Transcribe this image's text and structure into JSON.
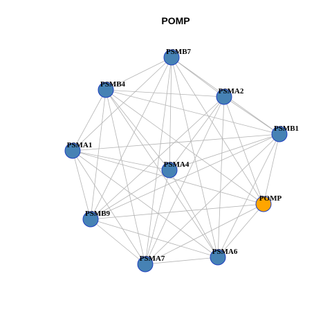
{
  "title": "POMP",
  "colors": {
    "node_default": "#4682b4",
    "node_highlight": "#ffa500",
    "node_border": "#1f3fbf",
    "edge": "#b3b3b3"
  },
  "nodes": [
    {
      "id": "PSMB7",
      "label": "PSMB7",
      "highlight": false
    },
    {
      "id": "PSMB4",
      "label": "PSMB4",
      "highlight": false
    },
    {
      "id": "PSMA2",
      "label": "PSMA2",
      "highlight": false
    },
    {
      "id": "PSMB1",
      "label": "PSMB1",
      "highlight": false
    },
    {
      "id": "PSMA1",
      "label": "PSMA1",
      "highlight": false
    },
    {
      "id": "PSMA4",
      "label": "PSMA4",
      "highlight": false
    },
    {
      "id": "POMP",
      "label": "POMP",
      "highlight": true
    },
    {
      "id": "PSMB9",
      "label": "PSMB9",
      "highlight": false
    },
    {
      "id": "PSMA6",
      "label": "PSMA6",
      "highlight": false
    },
    {
      "id": "PSMA7",
      "label": "PSMA7",
      "highlight": false
    }
  ],
  "edges": [
    [
      "PSMB7",
      "PSMB4"
    ],
    [
      "PSMB7",
      "PSMA2"
    ],
    [
      "PSMB7",
      "PSMB1"
    ],
    [
      "PSMB7",
      "PSMA1"
    ],
    [
      "PSMB7",
      "PSMA4"
    ],
    [
      "PSMB7",
      "POMP"
    ],
    [
      "PSMB7",
      "PSMB9"
    ],
    [
      "PSMB7",
      "PSMA6"
    ],
    [
      "PSMB7",
      "PSMA7"
    ],
    [
      "PSMB4",
      "PSMA2"
    ],
    [
      "PSMB4",
      "PSMB1"
    ],
    [
      "PSMB4",
      "PSMA1"
    ],
    [
      "PSMB4",
      "PSMA4"
    ],
    [
      "PSMB4",
      "POMP"
    ],
    [
      "PSMB4",
      "PSMB9"
    ],
    [
      "PSMB4",
      "PSMA6"
    ],
    [
      "PSMB4",
      "PSMA7"
    ],
    [
      "PSMA2",
      "PSMB1"
    ],
    [
      "PSMA2",
      "PSMA4"
    ],
    [
      "PSMA2",
      "POMP"
    ],
    [
      "PSMA2",
      "PSMB9"
    ],
    [
      "PSMA2",
      "PSMA6"
    ],
    [
      "PSMA2",
      "PSMA7"
    ],
    [
      "PSMB1",
      "PSMA1"
    ],
    [
      "PSMB1",
      "PSMA4"
    ],
    [
      "PSMB1",
      "POMP"
    ],
    [
      "PSMB1",
      "PSMB9"
    ],
    [
      "PSMB1",
      "PSMA6"
    ],
    [
      "PSMB1",
      "PSMA7"
    ],
    [
      "PSMA1",
      "PSMA4"
    ],
    [
      "PSMA1",
      "POMP"
    ],
    [
      "PSMA1",
      "PSMB9"
    ],
    [
      "PSMA1",
      "PSMA6"
    ],
    [
      "PSMA1",
      "PSMA7"
    ],
    [
      "PSMA4",
      "PSMA6"
    ],
    [
      "PSMA4",
      "PSMA7"
    ],
    [
      "PSMA4",
      "PSMB9"
    ],
    [
      "POMP",
      "PSMB9"
    ],
    [
      "POMP",
      "PSMA6"
    ],
    [
      "POMP",
      "PSMA7"
    ],
    [
      "PSMB9",
      "PSMA6"
    ],
    [
      "PSMB9",
      "PSMA7"
    ],
    [
      "PSMA6",
      "PSMA7"
    ]
  ]
}
